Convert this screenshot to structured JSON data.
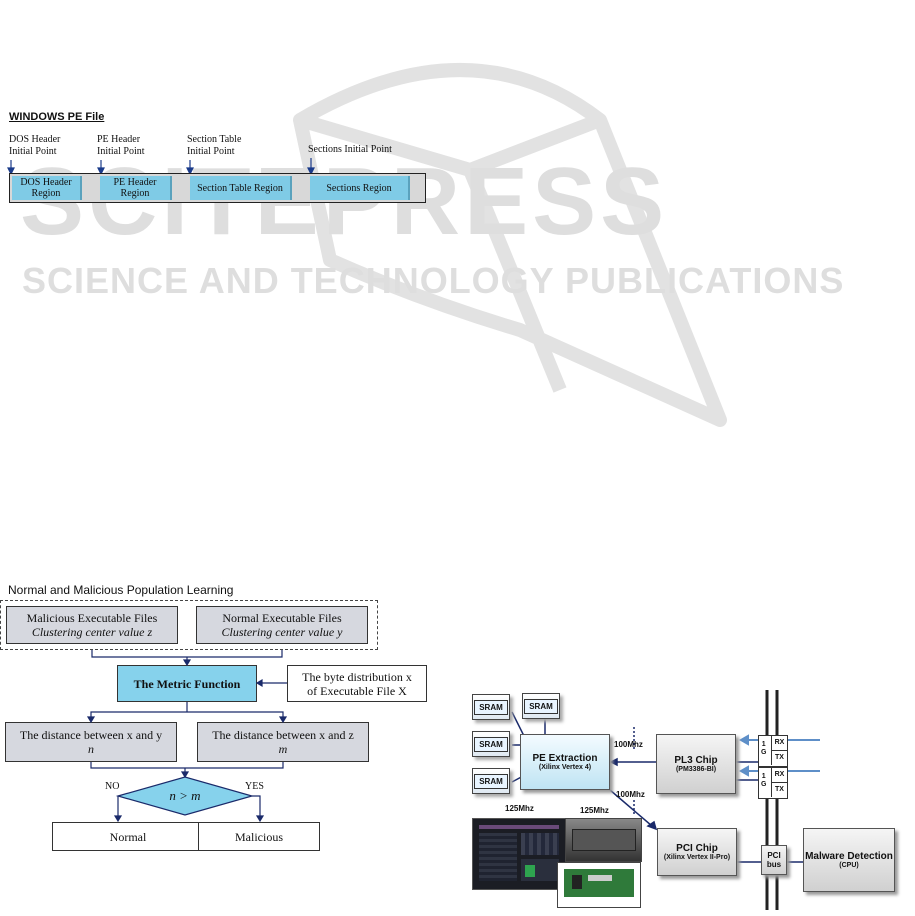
{
  "watermark": {
    "brand": "SCITEPRESS",
    "tagline": "SCIENCE AND TECHNOLOGY PUBLICATIONS"
  },
  "pe_figure": {
    "title": "WINDOWS PE File",
    "pointers": [
      {
        "line1": "DOS Header",
        "line2": "Initial Point"
      },
      {
        "line1": "PE Header",
        "line2": "Initial Point"
      },
      {
        "line1": "Section Table",
        "line2": "Initial Point"
      },
      {
        "line1": "Sections Initial Point",
        "line2": ""
      }
    ],
    "regions": [
      {
        "line1": "DOS Header",
        "line2": "Region"
      },
      {
        "line1": "PE Header",
        "line2": "Region"
      },
      {
        "line1": "Section Table Region",
        "line2": ""
      },
      {
        "line1": "Sections Region",
        "line2": ""
      }
    ]
  },
  "flowchart": {
    "title": "Normal and Malicious Population Learning",
    "malicious_box": {
      "line1": "Malicious Executable Files",
      "line2": "Clustering center value z"
    },
    "normal_box": {
      "line1": "Normal Executable Files",
      "line2": "Clustering center value y"
    },
    "metric": "The Metric Function",
    "byte_dist": {
      "line1": "The byte distribution x",
      "line2": "of Executable File X"
    },
    "dist_xy": {
      "line1": "The distance between x and y",
      "line2": "n"
    },
    "dist_xz": {
      "line1": "The distance between x and z",
      "line2": "m"
    },
    "decision": "n > m",
    "no_label": "NO",
    "yes_label": "YES",
    "normal_out": "Normal",
    "malicious_out": "Malicious"
  },
  "hardware": {
    "sram_labels": [
      "SRAM",
      "SRAM",
      "SRAM",
      "SRAM"
    ],
    "pe_extraction": {
      "title": "PE Extraction",
      "sub": "(Xilinx Vertex 4)"
    },
    "pl3": {
      "title": "PL3 Chip",
      "sub": "(PM3386-BI)"
    },
    "pci_chip": {
      "title": "PCI Chip",
      "sub": "(Xilinx Vertex II-Pro)"
    },
    "malware": {
      "title": "Malware Detection",
      "sub": "(CPU)"
    },
    "pci_bus": {
      "line1": "PCI",
      "line2": "bus"
    },
    "port1": {
      "g": "1",
      "g2": "G",
      "rx": "RX",
      "tx": "TX"
    },
    "port2": {
      "g": "1",
      "g2": "G",
      "rx": "RX",
      "tx": "TX"
    },
    "freq_100_top": "100Mhz",
    "freq_100_bottom": "100Mhz",
    "freq_125_left": "125Mhz",
    "freq_125_right": "125Mhz"
  }
}
